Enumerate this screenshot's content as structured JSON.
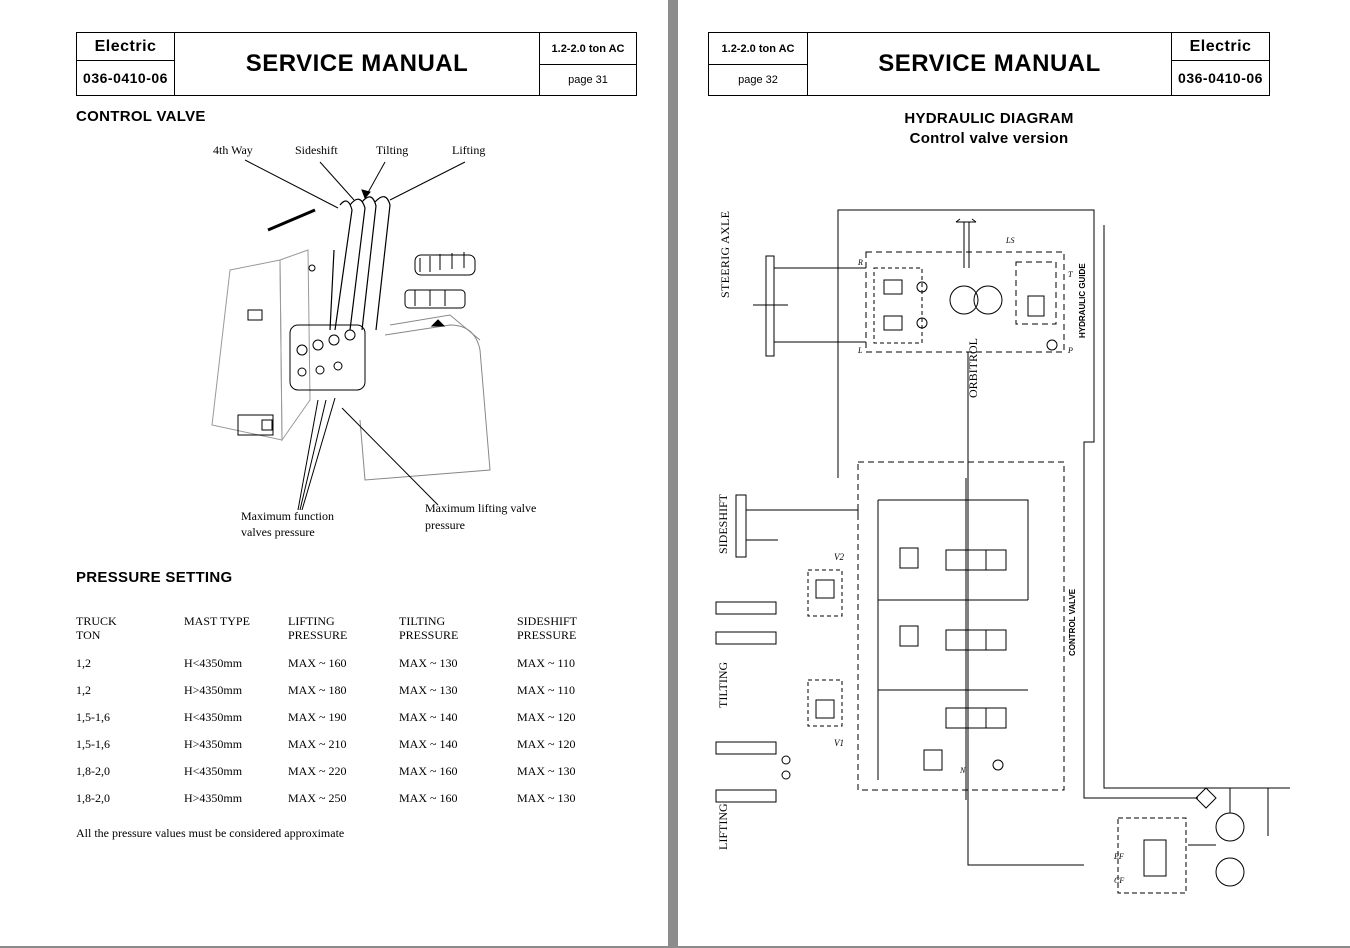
{
  "left_page": {
    "header": {
      "category": "Electric",
      "code": "036-0410-06",
      "title": "SERVICE MANUAL",
      "model": "1.2-2.0 ton AC",
      "page": "page 31"
    },
    "section_title": "CONTROL  VALVE",
    "figure_labels": {
      "fourth_way": "4th Way",
      "sideshift": "Sideshift",
      "tilting": "Tilting",
      "lifting": "Lifting",
      "max_function_1": "Maximum function",
      "max_function_2": "valves pressure",
      "max_lifting_1": "Maximum lifting valve",
      "max_lifting_2": "pressure"
    },
    "pressure_title": "PRESSURE  SETTING",
    "table": {
      "headers": [
        [
          "TRUCK",
          "TON"
        ],
        [
          "MAST TYPE",
          ""
        ],
        [
          "LIFTING",
          "PRESSURE"
        ],
        [
          "TILTING",
          "PRESSURE"
        ],
        [
          "SIDESHIFT",
          "PRESSURE"
        ]
      ],
      "rows": [
        [
          "1,2",
          "H<4350mm",
          "MAX ~ 160",
          "MAX ~ 130",
          "MAX ~ 110"
        ],
        [
          "1,2",
          "H>4350mm",
          "MAX ~ 180",
          "MAX ~ 130",
          "MAX ~ 110"
        ],
        [
          "1,5-1,6",
          "H<4350mm",
          "MAX ~ 190",
          "MAX ~ 140",
          "MAX ~ 120"
        ],
        [
          "1,5-1,6",
          "H>4350mm",
          "MAX ~ 210",
          "MAX ~ 140",
          "MAX ~ 120"
        ],
        [
          "1,8-2,0",
          "H<4350mm",
          "MAX ~ 220",
          "MAX ~ 160",
          "MAX ~ 130"
        ],
        [
          "1,8-2,0",
          "H>4350mm",
          "MAX ~ 250",
          "MAX ~ 160",
          "MAX ~ 130"
        ]
      ]
    },
    "footnote": "All the pressure values must be considered approximate"
  },
  "right_page": {
    "header": {
      "model": "1.2-2.0 ton AC",
      "page": "page 32",
      "title": "SERVICE MANUAL",
      "category": "Electric",
      "code": "036-0410-06"
    },
    "diagram_title": "HYDRAULIC DIAGRAM",
    "diagram_subtitle": "Control valve version",
    "diagram_labels": {
      "steering_axle": "STEERIG AXLE",
      "orbitrol": "ORBITROL",
      "hydraulic_guide": "HYDRAULIC GUIDE",
      "sideshift": "SIDESHIFT",
      "tilting": "TILTING",
      "lifting": "LIFTING",
      "control_valve": "CONTROL VALVE",
      "v1": "V1",
      "v2": "V2",
      "port_r": "R",
      "port_l": "L",
      "port_t": "T",
      "port_p": "P",
      "port_ls": "LS",
      "port_n": "N",
      "port_ef": "EF",
      "port_cf": "CF"
    }
  }
}
